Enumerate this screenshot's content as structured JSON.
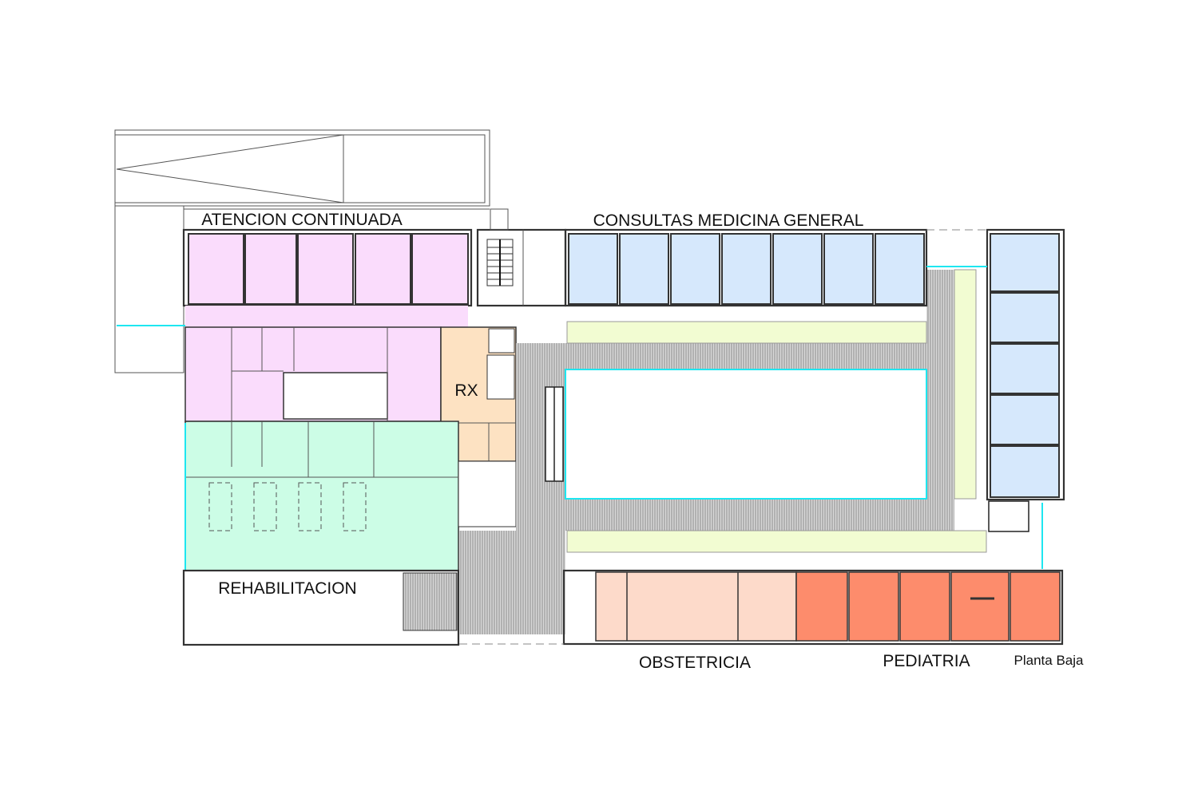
{
  "title": "Planta Baja",
  "labels": {
    "atencion": "ATENCION CONTINUADA",
    "consultas": "CONSULTAS MEDICINA GENERAL",
    "rx": "RX",
    "rehabilitacion": "REHABILITACION",
    "obstetricia": "OBSTETRICIA",
    "pediatria": "PEDIATRIA",
    "planta": "Planta Baja"
  },
  "colors": {
    "atencion": "#fadcfc",
    "consultas": "#d6e8fc",
    "rx": "#fde2c2",
    "rehabilitacion": "#ccfde6",
    "obstetricia": "#fddaca",
    "pediatria": "#fd8c6c",
    "gallery": "#f2fcd2",
    "corridor": "#bdbdbd"
  }
}
